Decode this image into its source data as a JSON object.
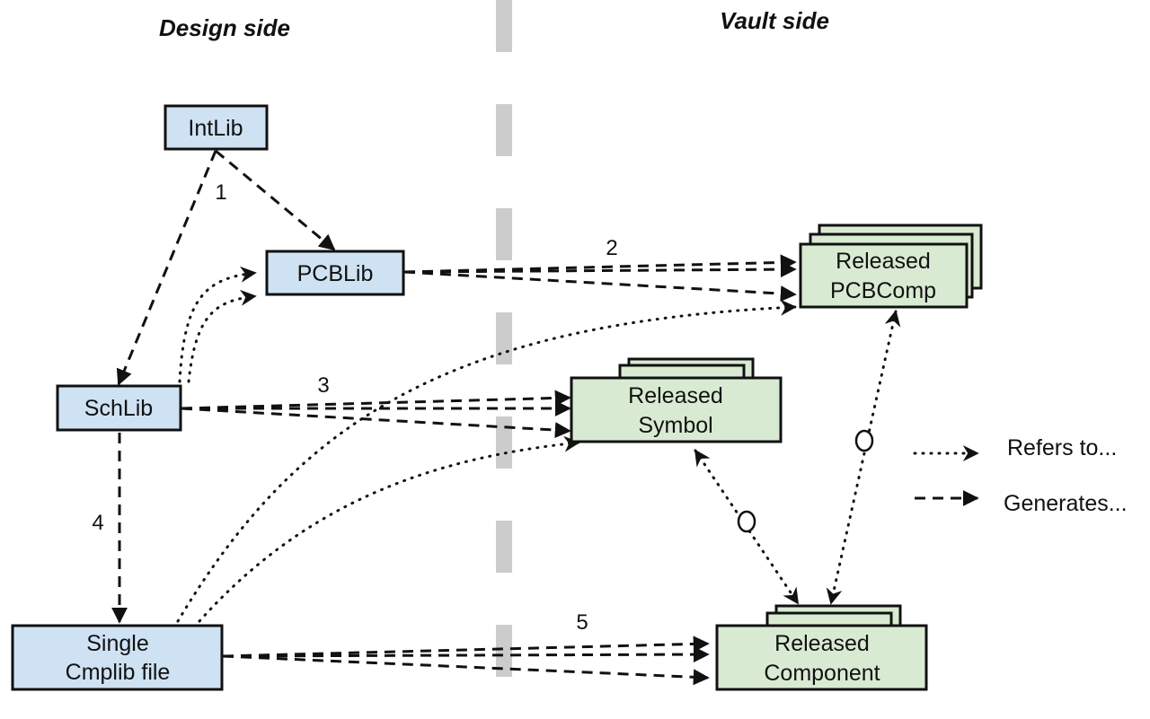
{
  "headers": {
    "design": "Design side",
    "vault": "Vault side"
  },
  "nodes": {
    "intlib": "IntLib",
    "pcblib": "PCBLib",
    "schlib": "SchLib",
    "cmplib": [
      "Single",
      "Cmplib file"
    ],
    "pcbcomp": [
      "Released",
      "PCBComp"
    ],
    "symbol": [
      "Released",
      "Symbol"
    ],
    "component": [
      "Released",
      "Component"
    ]
  },
  "edge_labels": {
    "e1": "1",
    "e2": "2",
    "e3": "3",
    "e4": "4",
    "e5": "5",
    "o1": "o",
    "o2": "o"
  },
  "legend": {
    "refers": "Refers to...",
    "generates": "Generates..."
  },
  "colors": {
    "design_fill": "#cfe2f3",
    "vault_fill": "#d9ead3",
    "divider": "#cccccc"
  }
}
